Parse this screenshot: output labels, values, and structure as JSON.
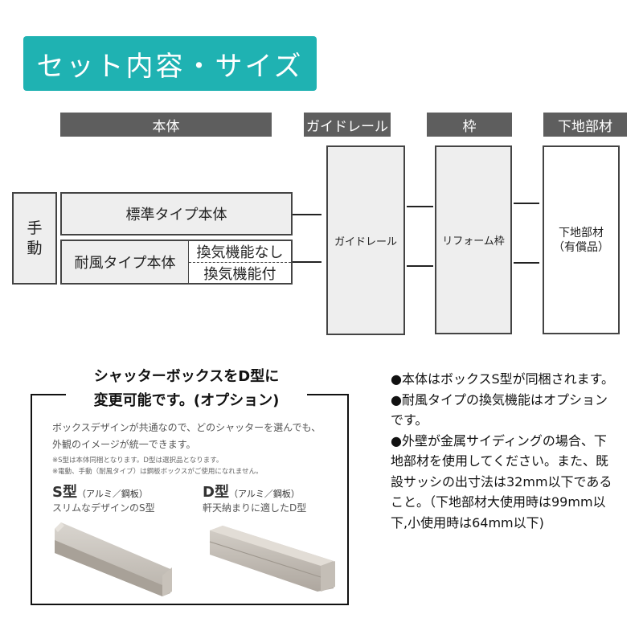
{
  "title": "セット内容・サイズ",
  "colors": {
    "title_bg": "#1fb2b2",
    "header_bg": "#5e5e5e",
    "box_fill": "#eeeeee",
    "border": "#444444"
  },
  "column_headers": {
    "body": "本体",
    "guide_rail": "ガイドレール",
    "frame": "枠",
    "base_material": "下地部材"
  },
  "diagram": {
    "manual": "手動",
    "manual_lines": [
      "手",
      "動"
    ],
    "standard_body": "標準タイプ本体",
    "wind_body": "耐風タイプ本体",
    "ventilation_none": "換気機能なし",
    "ventilation_with": "換気機能付",
    "guide_rail": "ガイドレール",
    "reform_frame": "リフォーム枠",
    "base_material_line1": "下地部材",
    "base_material_line2": "（有償品）"
  },
  "option_box": {
    "title_line1": "シャッターボックスをD型に",
    "title_line2": "変更可能です。(オプション)",
    "description_line1": "ボックスデザインが共通なので、どのシャッターを選んでも、",
    "description_line2": "外観のイメージが統一できます。",
    "note1": "※S型は本体同梱となります。D型は選択品となります。",
    "note2": "※電動、手動（耐風タイプ）は鋼板ボックスがご使用になれません。",
    "s_type": {
      "name": "S型",
      "material": "（アルミ／鋼板）",
      "description": "スリムなデザインのS型",
      "image": "s-type-shutter-box"
    },
    "d_type": {
      "name": "D型",
      "material": "（アルミ／鋼板）",
      "description": "軒天納まりに適したD型",
      "image": "d-type-shutter-box"
    }
  },
  "notes": [
    "●本体はボックスS型が同梱されます。",
    "●耐風タイプの換気機能はオプションです。",
    "●外壁が金属サイディングの場合、下地部材を使用してください。また、既設サッシの出寸法は32mm以下であること。（下地部材大使用時は99mm以下,小使用時は64mm以下)"
  ]
}
